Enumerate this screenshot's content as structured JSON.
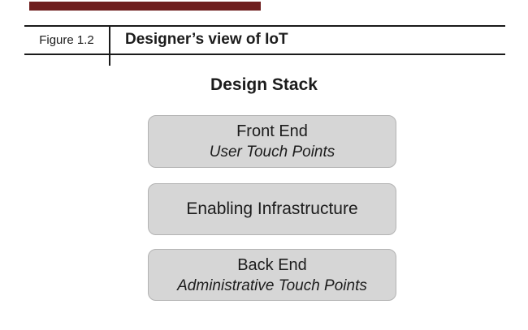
{
  "figure": {
    "label": "Figure 1.2",
    "title": "Designer’s view of IoT"
  },
  "diagram": {
    "title": "Design Stack",
    "boxes": [
      {
        "title": "Front End",
        "subtitle": "User Touch Points"
      },
      {
        "title": "Enabling Infrastructure",
        "subtitle": ""
      },
      {
        "title": "Back End",
        "subtitle": "Administrative Touch Points"
      }
    ]
  },
  "colors": {
    "accent_bar": "#6e1e1e",
    "rule": "#1a1a1a",
    "text": "#1c1c1c",
    "box_fill": "#d6d6d6",
    "box_border": "#b3b3b3"
  }
}
